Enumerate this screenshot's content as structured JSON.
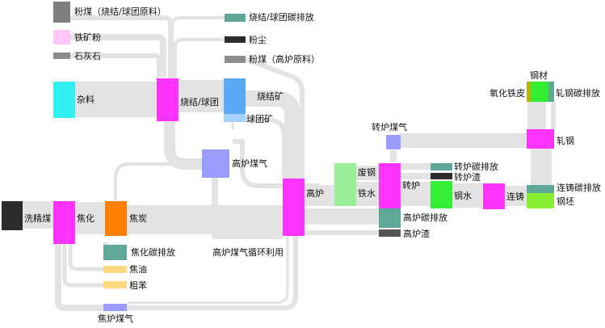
{
  "colors": {
    "flow": "#e3e3e3",
    "gray_dark": "#7f7f7f",
    "gray": "#8c8c8c",
    "pink_light": "#ffc6f7",
    "cyan": "#33f0f0",
    "magenta": "#ff33ff",
    "blue": "#5aaaf5",
    "blue_light": "#a6d2ff",
    "lavender": "#9c9cff",
    "teal": "#5fa898",
    "black": "#2b2b2b",
    "orange": "#ff7f00",
    "light_green": "#99ee99",
    "green": "#33ee33",
    "olive": "#bfb000",
    "yellow": "#ffd980",
    "dark_gray": "#555555"
  },
  "nodes": {
    "fenmei_sinter": "粉煤（烧结/球团原料）",
    "tiekuangfen": "铁矿粉",
    "shihuishi": "石灰石",
    "zaliao": "杂料",
    "shaojie_qiutuan": "烧结/球团",
    "sinter_carbon": "烧结/球团碳排放",
    "fenchen": "粉尘",
    "fenmei_bf": "粉煤（高炉原料）",
    "shaojiekuang": "烧结矿",
    "qiutuankuang": "球团矿",
    "gaolu_meiqi": "高炉煤气",
    "xijingmei": "洗精煤",
    "jiaohua": "焦化",
    "jiaotan": "焦炭",
    "jiaohua_carbon": "焦化碳排放",
    "jiaoyou": "焦油",
    "cuben": "粗苯",
    "jiaolu_meiqi": "焦炉煤气",
    "gaolu": "高炉",
    "bf_gas_recycle": "高炉煤气循环利用",
    "feigang": "废钢",
    "tieshui": "铁水",
    "zhuanlu_meiqi": "转炉煤气",
    "zhuanlu": "转炉",
    "gaolu_carbon": "高炉碳排放",
    "gaoluzha": "高炉渣",
    "zhuanlu_carbon": "转炉碳排放",
    "zhuanluzha": "转炉渣",
    "gangshui": "钢水",
    "liánzhu": "连铸",
    "liánzhu_carbon": "连铸碳排放",
    "gangpi": "钢坯",
    "zhagang": "轧钢",
    "gangcai": "钢材",
    "yanghua_tiepi": "氧化铁皮",
    "zhagang_carbon": "轧钢碳排放"
  }
}
